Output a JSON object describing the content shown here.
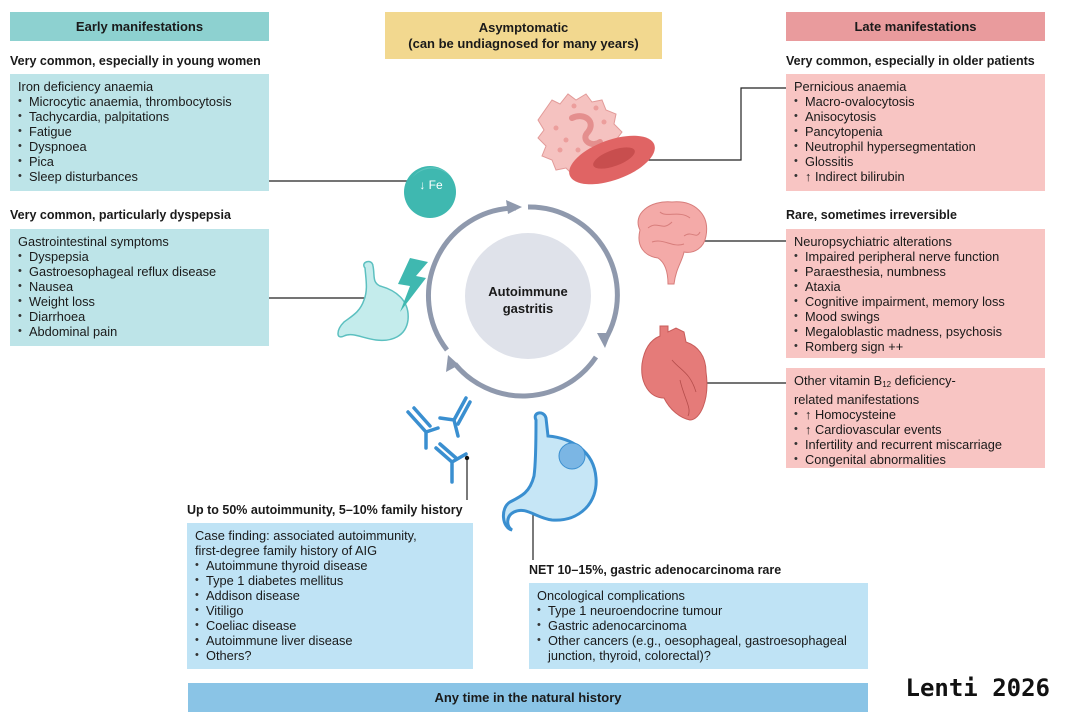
{
  "headers": {
    "early": "Early manifestations",
    "asymptomatic_line1": "Asymptomatic",
    "asymptomatic_line2": "(can be undiagnosed for many years)",
    "late": "Late manifestations"
  },
  "center": {
    "line1": "Autoimmune",
    "line2": "gastritis"
  },
  "icons": {
    "iron_label": "↓ Fe"
  },
  "early": {
    "iron": {
      "subtitle": "Very common, especially in young women",
      "title": "Iron deficiency anaemia",
      "items": [
        "Microcytic anaemia, thrombocytosis",
        "Tachycardia, palpitations",
        "Fatigue",
        "Dyspnoea",
        "Pica",
        "Sleep disturbances"
      ]
    },
    "gi": {
      "subtitle": "Very common, particularly dyspepsia",
      "title": "Gastrointestinal symptoms",
      "items": [
        "Dyspepsia",
        "Gastroesophageal reflux disease",
        "Nausea",
        "Weight loss",
        "Diarrhoea",
        "Abdominal pain"
      ]
    }
  },
  "late": {
    "pernicious": {
      "subtitle": "Very common, especially in older patients",
      "title": "Pernicious anaemia",
      "items": [
        "Macro-ovalocytosis",
        "Anisocytosis",
        "Pancytopenia",
        "Neutrophil hypersegmentation",
        "Glossitis",
        "↑ Indirect bilirubin"
      ]
    },
    "neuro": {
      "subtitle": "Rare, sometimes irreversible",
      "title": "Neuropsychiatric alterations",
      "items": [
        "Impaired peripheral nerve function",
        "Paraesthesia, numbness",
        "Ataxia",
        "Cognitive impairment, memory loss",
        "Mood swings",
        "Megaloblastic madness, psychosis",
        "Romberg sign ++"
      ]
    },
    "b12": {
      "title_pre": "Other vitamin B",
      "title_sub": "12",
      "title_post": " deficiency-",
      "title_line2": "related manifestations",
      "items": [
        "↑ Homocysteine",
        "↑ Cardiovascular events",
        "Infertility and recurrent miscarriage",
        "Congenital abnormalities"
      ]
    }
  },
  "anytime": {
    "autoimmunity": {
      "subtitle": "Up to 50% autoimmunity, 5–10% family history",
      "title_line1": "Case finding: associated autoimmunity,",
      "title_line2": "first-degree family history of AIG",
      "items": [
        "Autoimmune thyroid disease",
        "Type 1 diabetes mellitus",
        "Addison disease",
        "Vitiligo",
        "Coeliac disease",
        "Autoimmune liver disease",
        "Others?"
      ]
    },
    "oncology": {
      "subtitle": "NET 10–15%, gastric adenocarcinoma rare",
      "title": "Oncological complications",
      "items": [
        "Type 1 neuroendocrine tumour",
        "Gastric adenocarcinoma",
        "Other cancers (e.g., oesophageal, gastroesophageal junction, thyroid, colorectal)?"
      ]
    }
  },
  "footer": {
    "bar_label": "Any time in the natural history",
    "credit": "Lenti 2026"
  },
  "colors": {
    "early_header": "#8dd1d0",
    "early_box": "#bde4e8",
    "asymptomatic_header": "#f2d88f",
    "late_header": "#e99b9d",
    "late_box": "#f8c5c3",
    "anytime_box": "#bfe3f5",
    "anytime_bar": "#8ac4e6",
    "cycle_arrow": "#8f99ad",
    "center_circle": "#dfe2ea"
  }
}
